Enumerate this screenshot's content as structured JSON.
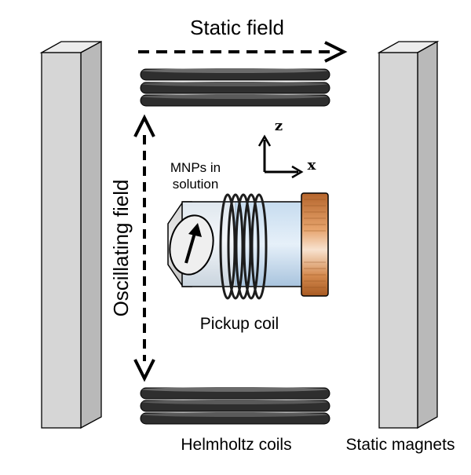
{
  "labels": {
    "static_field": "Static field",
    "oscillating_field": "Oscillating field",
    "mnps_line1": "MNPs in",
    "mnps_line2": "solution",
    "pickup_coil": "Pickup coil",
    "helmholtz_coils": "Helmholtz coils",
    "static_magnets": "Static magnets",
    "axis_z": "z",
    "axis_x": "x"
  },
  "colors": {
    "magnet_face": "#d9d9d9",
    "magnet_side": "#bdbdbd",
    "coil_disc": "#3a3a3a",
    "tube_blue": "#b7d1e9",
    "cap_copper": "#c87a3e",
    "stroke": "#000000"
  }
}
